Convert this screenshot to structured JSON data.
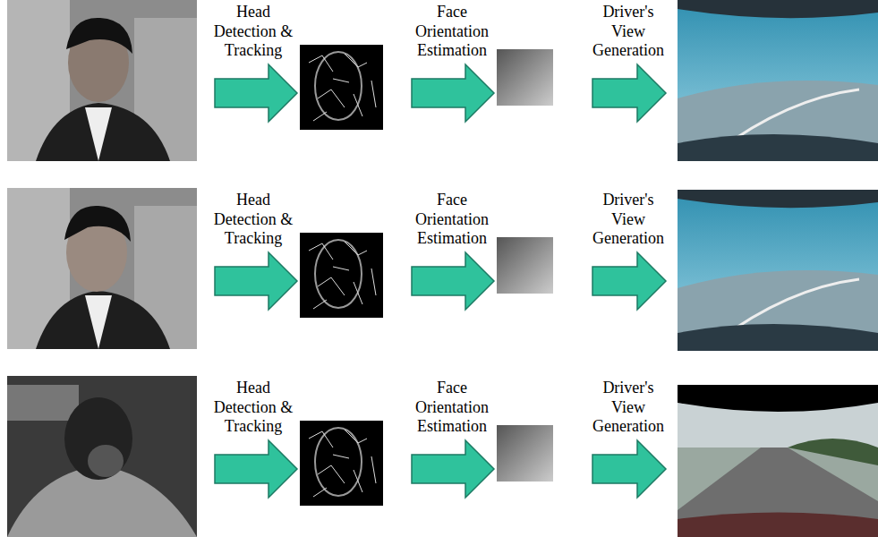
{
  "diagram": {
    "labels": [
      "Head Detection & Tracking",
      "Face Orientation Estimation",
      "Driver's View Generation",
      "Head Detection & Tracking",
      "Face Orientation Estimation",
      "Driver's View Generation",
      "Head Detection & Tracking",
      "Face Orientation Estimation",
      "Driver's View Generation"
    ]
  }
}
